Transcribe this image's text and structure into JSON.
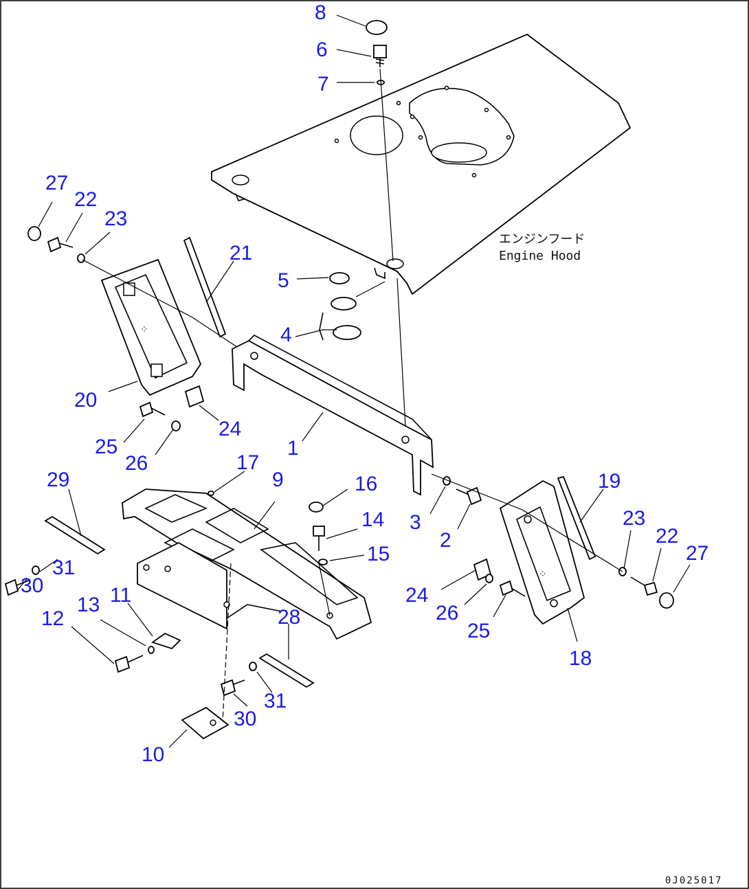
{
  "diagram": {
    "callouts": {
      "c1": "1",
      "c2": "2",
      "c3": "3",
      "c4": "4",
      "c5": "5",
      "c6": "6",
      "c7": "7",
      "c8": "8",
      "c9": "9",
      "c10": "10",
      "c11": "11",
      "c12": "12",
      "c13": "13",
      "c14": "14",
      "c15": "15",
      "c16": "16",
      "c17": "17",
      "c18": "18",
      "c19": "19",
      "c20": "20",
      "c21": "21",
      "c22a": "22",
      "c22b": "22",
      "c23a": "23",
      "c23b": "23",
      "c24a": "24",
      "c24b": "24",
      "c25a": "25",
      "c25b": "25",
      "c26a": "26",
      "c26b": "26",
      "c27a": "27",
      "c27b": "27",
      "c28": "28",
      "c29": "29",
      "c30a": "30",
      "c30b": "30",
      "c31a": "31",
      "c31b": "31"
    },
    "hood_label_jp": "エンジンフード",
    "hood_label_en": "Engine Hood",
    "drawing_code": "0J025017",
    "callout_color": "#1a1ae6"
  }
}
